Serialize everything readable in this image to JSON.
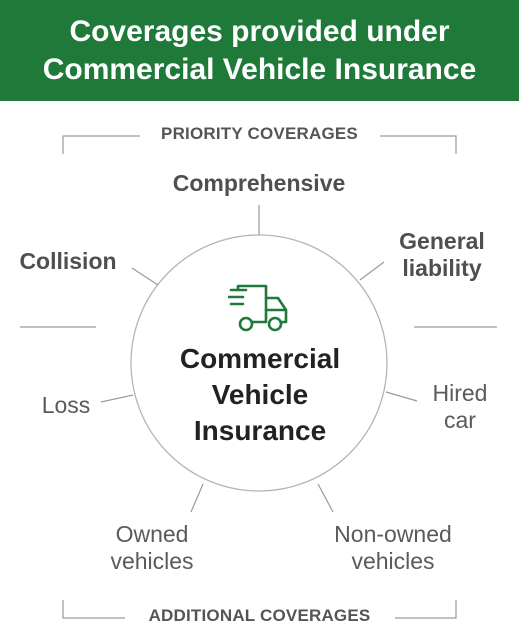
{
  "header": {
    "line1": "Coverages provided under",
    "line2": "Commercial Vehicle Insurance"
  },
  "priority": {
    "label": "PRIORITY COVERAGES",
    "items": [
      "Comprehensive",
      "Collision",
      "General",
      "liability"
    ]
  },
  "center": {
    "line1": "Commercial",
    "line2": "Vehicle",
    "line3": "Insurance",
    "icon": "truck-icon"
  },
  "additional": {
    "label": "ADDITIONAL COVERAGES",
    "items": [
      "Loss",
      "Hired",
      "car",
      "Owned",
      "vehicles",
      "Non-owned",
      "vehicles"
    ]
  },
  "colors": {
    "brand_green": "#1f7a3a",
    "text_gray": "#555555",
    "line_gray": "#9a9a9a"
  }
}
